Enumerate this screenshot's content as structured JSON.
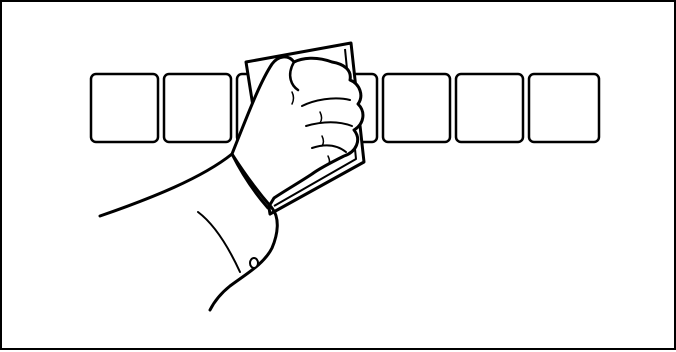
{
  "illustration": {
    "boxes": [
      "empty",
      "empty",
      "empty",
      "empty",
      "empty",
      "empty",
      "empty"
    ],
    "subject": "hand-holding-card-over-slot-row",
    "ink_color": "#000000",
    "background_color": "#ffffff"
  }
}
